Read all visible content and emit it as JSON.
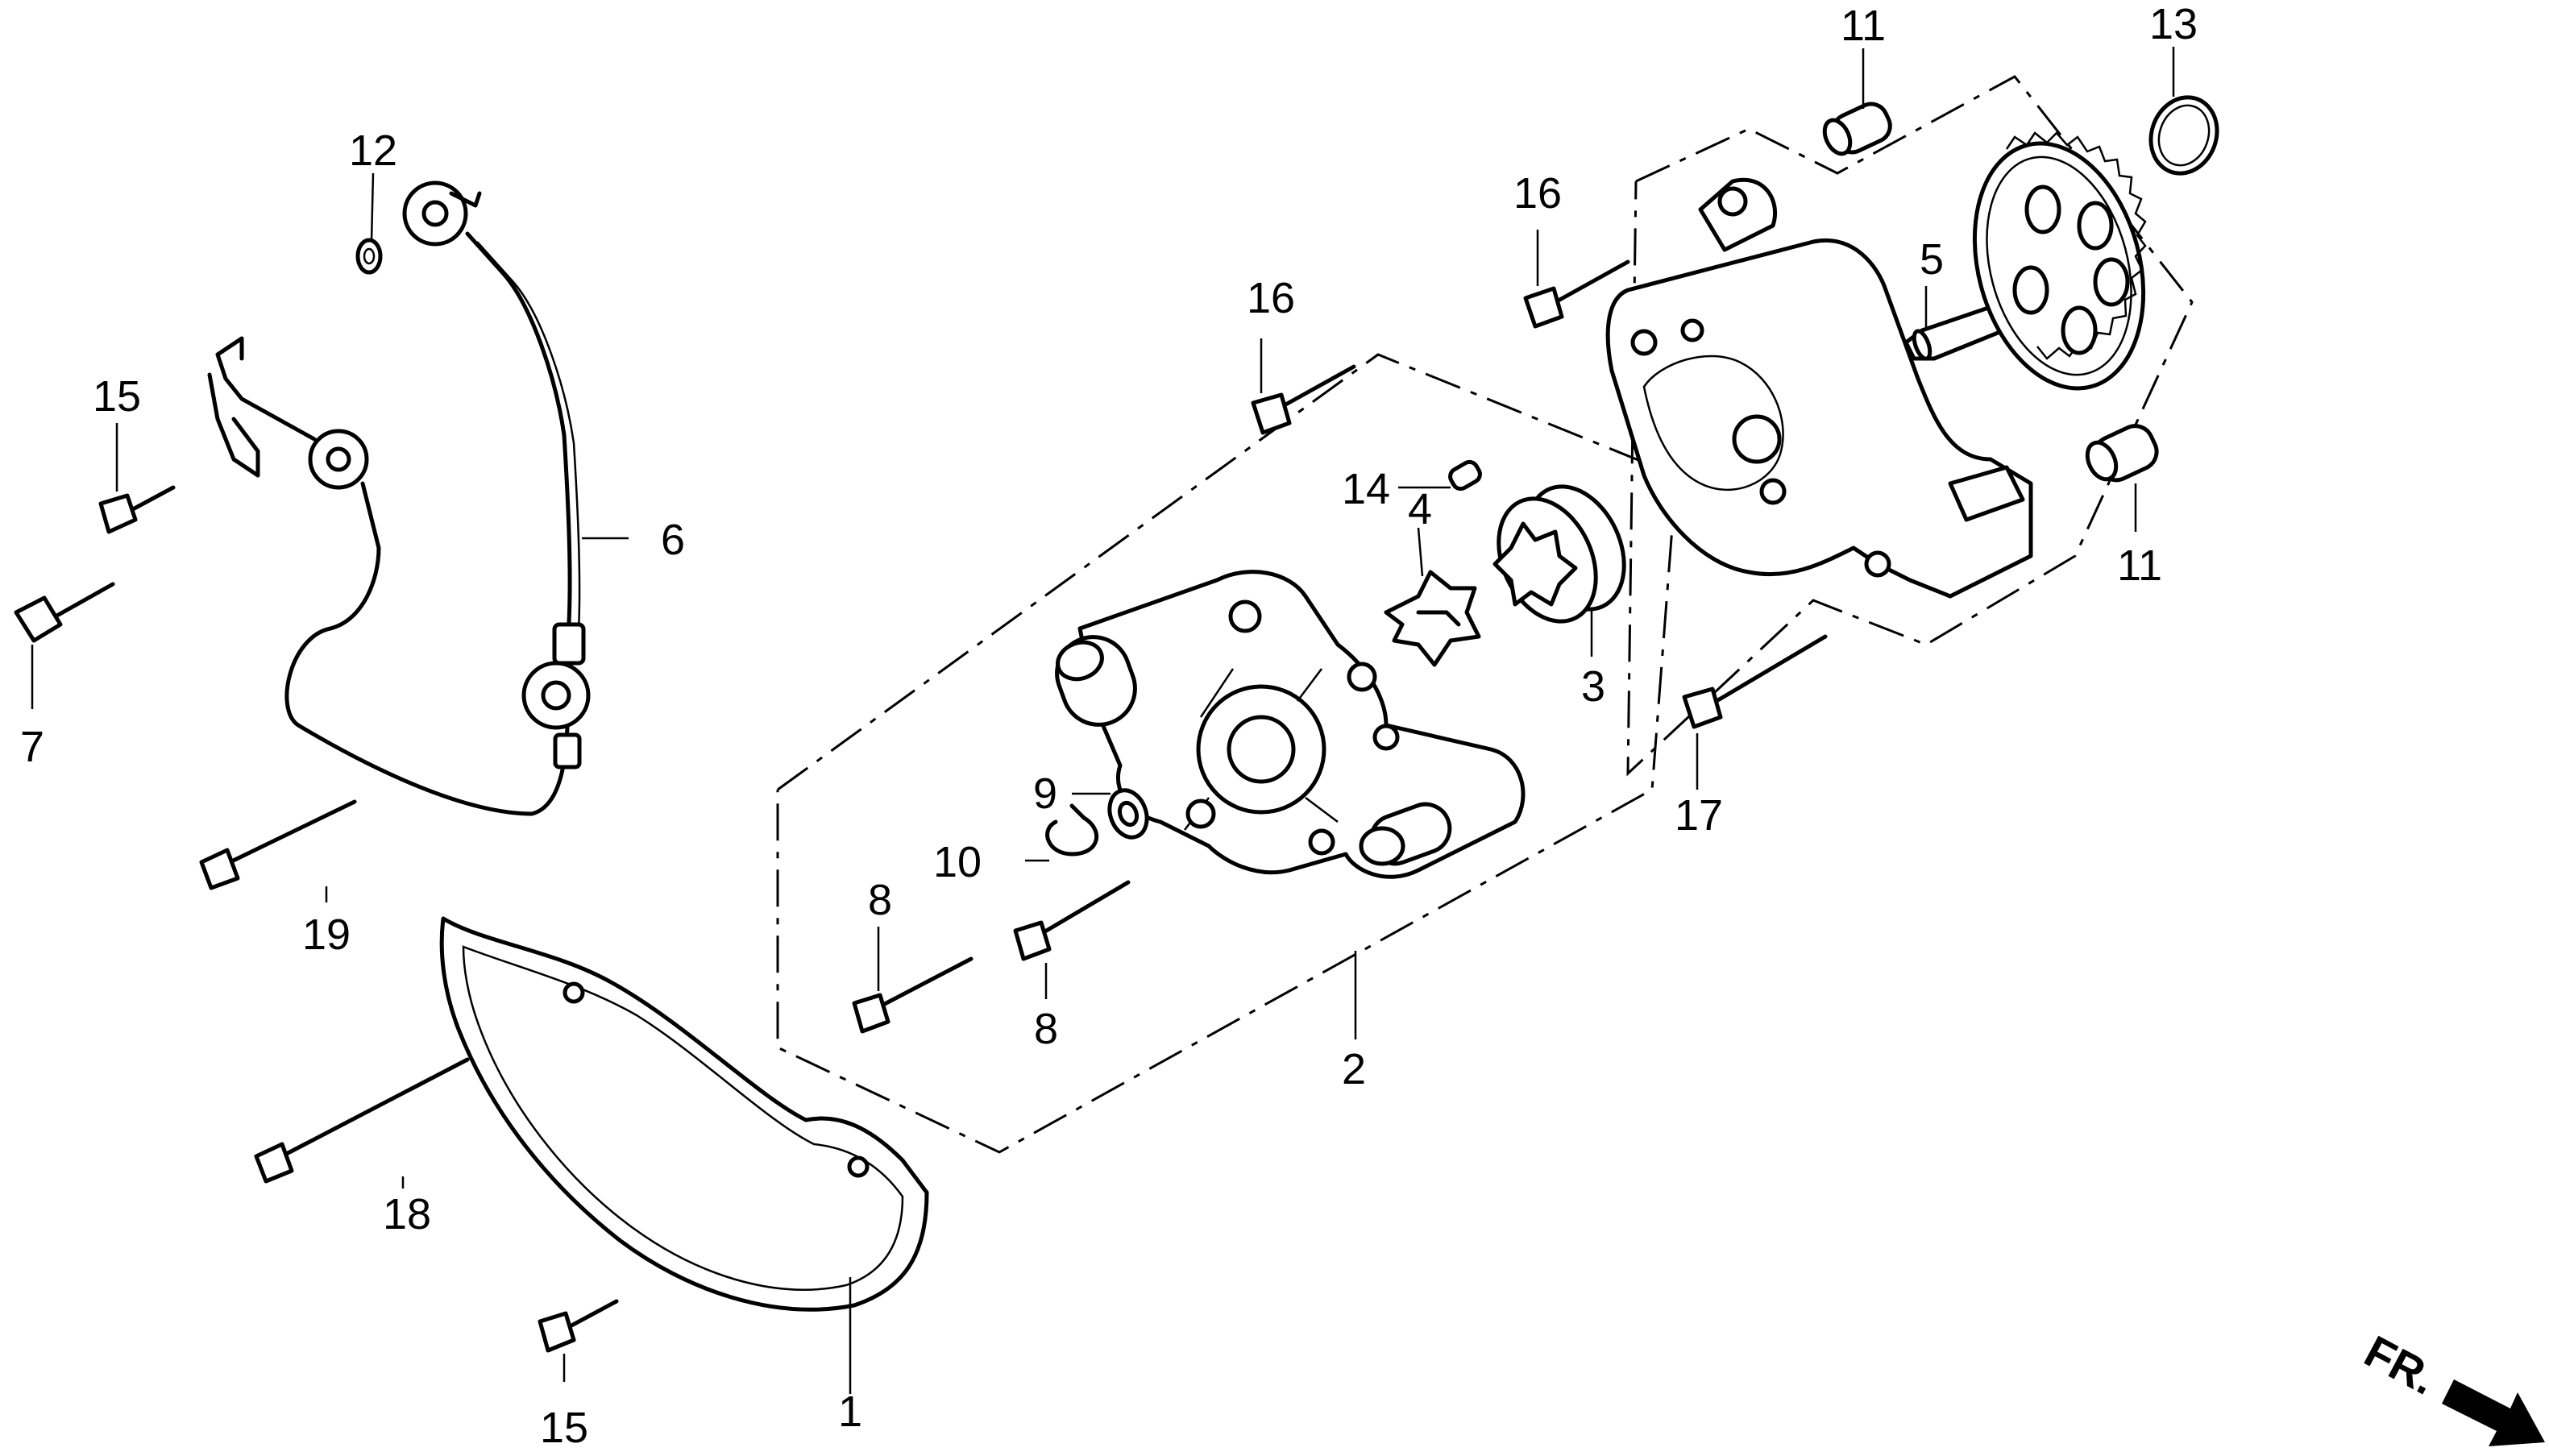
{
  "diagram": {
    "callouts": [
      "1",
      "2",
      "3",
      "4",
      "5",
      "6",
      "7",
      "8",
      "8",
      "9",
      "10",
      "11",
      "11",
      "12",
      "13",
      "14",
      "15",
      "15",
      "16",
      "16",
      "17",
      "18",
      "19"
    ],
    "front_marker": "FR."
  }
}
